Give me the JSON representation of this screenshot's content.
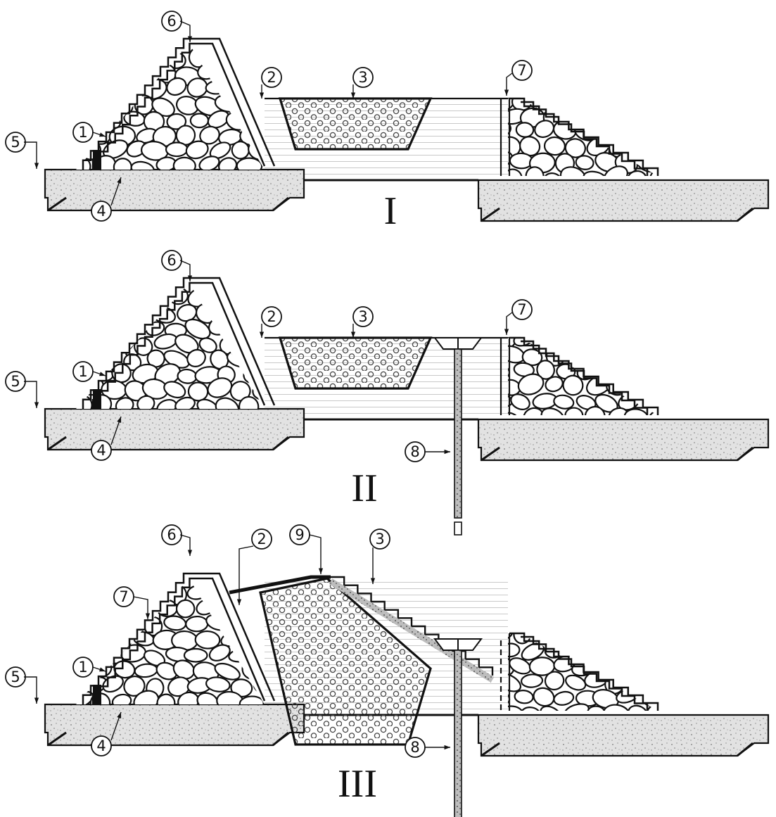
{
  "panels": [
    {
      "id": "I",
      "label": "I",
      "callouts": [
        "1",
        "2",
        "3",
        "4",
        "5",
        "6",
        "7"
      ],
      "components": [
        "left-rockfill-dam",
        "left-foundation-slab",
        "right-foundation-slab",
        "tailings-pond",
        "tailings-body",
        "right-rockfill-dam",
        "vertical-wall"
      ]
    },
    {
      "id": "II",
      "label": "II",
      "callouts": [
        "1",
        "2",
        "3",
        "4",
        "5",
        "6",
        "7",
        "8"
      ],
      "components": [
        "left-rockfill-dam",
        "left-foundation-slab",
        "right-foundation-slab",
        "tailings-pond",
        "tailings-body",
        "right-rockfill-dam",
        "vertical-wall",
        "drainage-well"
      ]
    },
    {
      "id": "III",
      "label": "III",
      "callouts": [
        "1",
        "2",
        "3",
        "4",
        "5",
        "6",
        "7",
        "8",
        "9"
      ],
      "components": [
        "left-rockfill-dam",
        "left-foundation-slab",
        "right-foundation-slab",
        "tailings-pond",
        "tailings-body",
        "right-rockfill-dam",
        "drainage-well",
        "raised-embankment",
        "dashed-wall"
      ]
    }
  ],
  "colors": {
    "ink": "#111111",
    "boulder_fill": "#ffffff",
    "concrete_fill": "#dedede",
    "water_line": "#c9c9c9",
    "tailings_dot": "#444444",
    "paper": "#ffffff"
  }
}
